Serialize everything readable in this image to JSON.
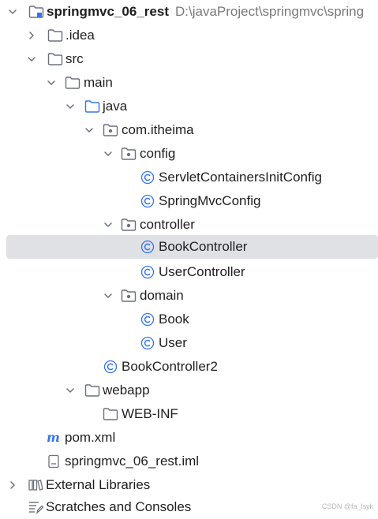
{
  "project_tree": {
    "root": {
      "label": "springmvc_06_rest",
      "path": "D:\\javaProject\\springmvc\\spring"
    },
    "idea": {
      "label": ".idea"
    },
    "src": {
      "label": "src"
    },
    "main": {
      "label": "main"
    },
    "java": {
      "label": "java"
    },
    "package": {
      "label": "com.itheima"
    },
    "config": {
      "label": "config"
    },
    "servlet_init_config": {
      "label": "ServletContainersInitConfig"
    },
    "springmvc_config": {
      "label": "SpringMvcConfig"
    },
    "controller": {
      "label": "controller"
    },
    "book_controller": {
      "label": "BookController"
    },
    "user_controller": {
      "label": "UserController"
    },
    "domain": {
      "label": "domain"
    },
    "book": {
      "label": "Book"
    },
    "user": {
      "label": "User"
    },
    "book_controller2": {
      "label": "BookController2"
    },
    "webapp": {
      "label": "webapp"
    },
    "webinf": {
      "label": "WEB-INF"
    },
    "pom": {
      "label": "pom.xml"
    },
    "iml": {
      "label": "springmvc_06_rest.iml"
    },
    "external_libraries": {
      "label": "External Libraries"
    },
    "scratches": {
      "label": "Scratches and Consoles"
    }
  },
  "watermark": "CSDN @fa_lsyk",
  "colors": {
    "selection": "#dfe1e5",
    "folder_icon": "#6c707e",
    "source_folder_icon": "#3574f0",
    "class_icon": "#3574f0",
    "maven_icon": "#3574f0"
  }
}
